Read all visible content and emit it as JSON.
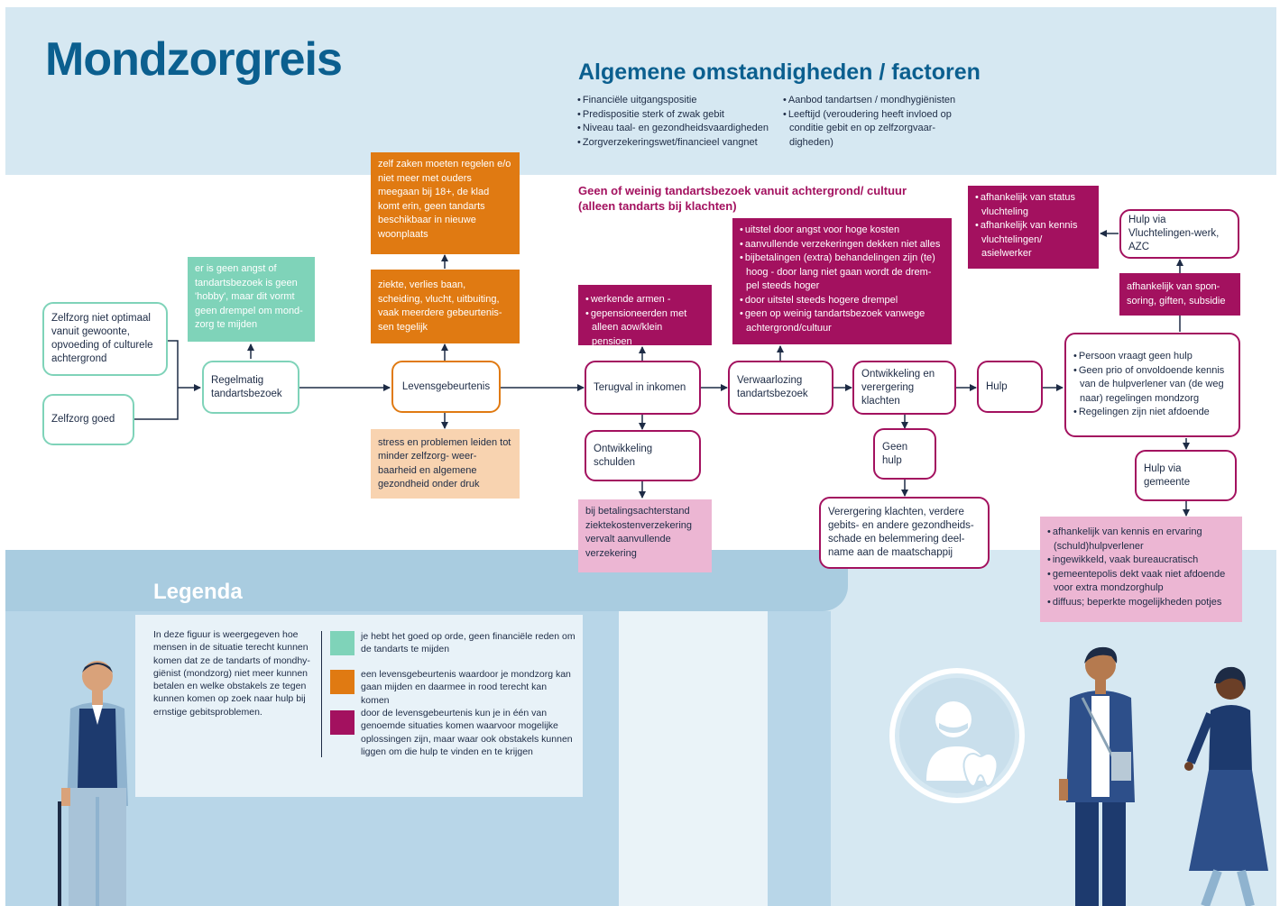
{
  "title": "Mondzorgreis",
  "general": {
    "heading": "Algemene omstandigheden / factoren",
    "col1": [
      "Financiële uitgangspositie",
      "Predispositie sterk of zwak gebit",
      "Niveau taal- en gezondheidsvaardigheden",
      "Zorgverzekeringswet/financieel vangnet"
    ],
    "col2": [
      "Aanbod tandartsen / mondhygiënisten",
      "Leeftijd (veroudering heeft invloed op conditie gebit en op zelfzorgvaar-digheden)"
    ]
  },
  "culture_heading": "Geen of weinig tandartsbezoek vanuit achtergrond/ cultuur (alleen tandarts bij klachten)",
  "nodes": {
    "zelfzorg_niet": "Zelfzorg niet optimaal vanuit gewoonte, opvoeding of culturele achtergrond",
    "zelfzorg_goed": "Zelfzorg goed",
    "regelmatig": "Regelmatig tandartsbezoek",
    "levens": "Levensgebeurtenis",
    "terugval": "Terugval in inkomen",
    "schulden": "Ontwikkeling schulden",
    "verwaarlozing": "Verwaarlozing tandartsbezoek",
    "ontwikkeling": "Ontwikkeling en verergering klachten",
    "geenhulp": "Geen hulp",
    "hulp": "Hulp",
    "vluchtelingen": "Hulp via Vluchtelingen-werk, AZC",
    "gemeente": "Hulp via gemeente"
  },
  "notes": {
    "geen_angst": "er is geen angst of tandartsbezoek is geen 'hobby', maar dit vormt geen drempel om mond-zorg te mijden",
    "zelf_zaken": "zelf zaken moeten regelen e/o niet meer met ouders meegaan bij 18+, de klad komt erin, geen tandarts beschikbaar in nieuwe woonplaats",
    "ziekte": "ziekte, verlies baan, scheiding, vlucht, uitbuiting, vaak meerdere gebeurtenis-sen tegelijk",
    "stress": "stress en problemen leiden tot minder zelfzorg- weer-baarheid en algemene gezondheid onder druk",
    "werkende": [
      "werkende armen -",
      "gepensioneerden met alleen aow/klein pensioen"
    ],
    "betaling": "bij betalingsachterstand ziektekostenverzekering vervalt aanvullende verzekering",
    "uitstel": [
      "uitstel door angst voor hoge kosten",
      "aanvullende verzekeringen dekken niet alles",
      "bijbetalingen (extra) behandelingen zijn (te) hoog - door lang niet gaan wordt de drem-pel steeds hoger",
      "door uitstel steeds hogere drempel",
      "geen op weinig tandartsbezoek vanwege achtergrond/cultuur"
    ],
    "verergering": "Verergering klachten, verdere gebits- en andere gezondheids-schade en belemmering deel-name aan de maatschappij",
    "status": [
      "afhankelijk van status vluchteling",
      "afhankelijk van kennis vluchtelingen/ asielwerker"
    ],
    "sponsoring": "afhankelijk van spon-soring, giften, subsidie",
    "persoon": [
      "Persoon vraagt geen hulp",
      "Geen prio of onvoldoende kennis van de hulpverlener van (de weg naar) regelingen mondzorg",
      "Regelingen zijn niet afdoende"
    ],
    "kennis": [
      "afhankelijk van kennis en ervaring (schuld)hulpverlener",
      "ingewikkeld, vaak bureaucratisch",
      "gemeentepolis dekt vaak niet afdoende voor extra mondzorghulp",
      "diffuus; beperkte mogelijkheden potjes"
    ]
  },
  "legend": {
    "heading": "Legenda",
    "intro": "In deze figuur is weergegeven hoe mensen in de situatie terecht kunnen komen dat ze de tandarts of mondhy-giënist (mondzorg) niet meer kunnen betalen en welke obstakels ze tegen kunnen komen op zoek naar hulp bij ernstige gebitsproblemen.",
    "items": [
      {
        "color": "#7fd3b9",
        "text": "je hebt het goed op orde, geen financiële reden om de tandarts te mijden"
      },
      {
        "color": "#e07a12",
        "text": "een levensgebeurtenis waardoor je mondzorg kan gaan mijden en daarmee in rood terecht kan komen"
      },
      {
        "color": "#a3115f",
        "text": "door de levensgebeurtenis kun je in één van genoemde situaties komen waarvoor mogelijke oplossingen zijn, maar waar ook obstakels kunnen liggen om die hulp te vinden en te krijgen"
      }
    ]
  },
  "colors": {
    "teal": "#7fd3b9",
    "orange": "#e07a12",
    "magenta": "#a3115f",
    "pink": "#ecb6d3",
    "navy": "#0b5f8f",
    "band": "#d6e8f2"
  },
  "icons": [
    "dentist-tooth-icon",
    "elderly-man-illustration",
    "man-with-bag-illustration",
    "woman-walking-illustration"
  ]
}
